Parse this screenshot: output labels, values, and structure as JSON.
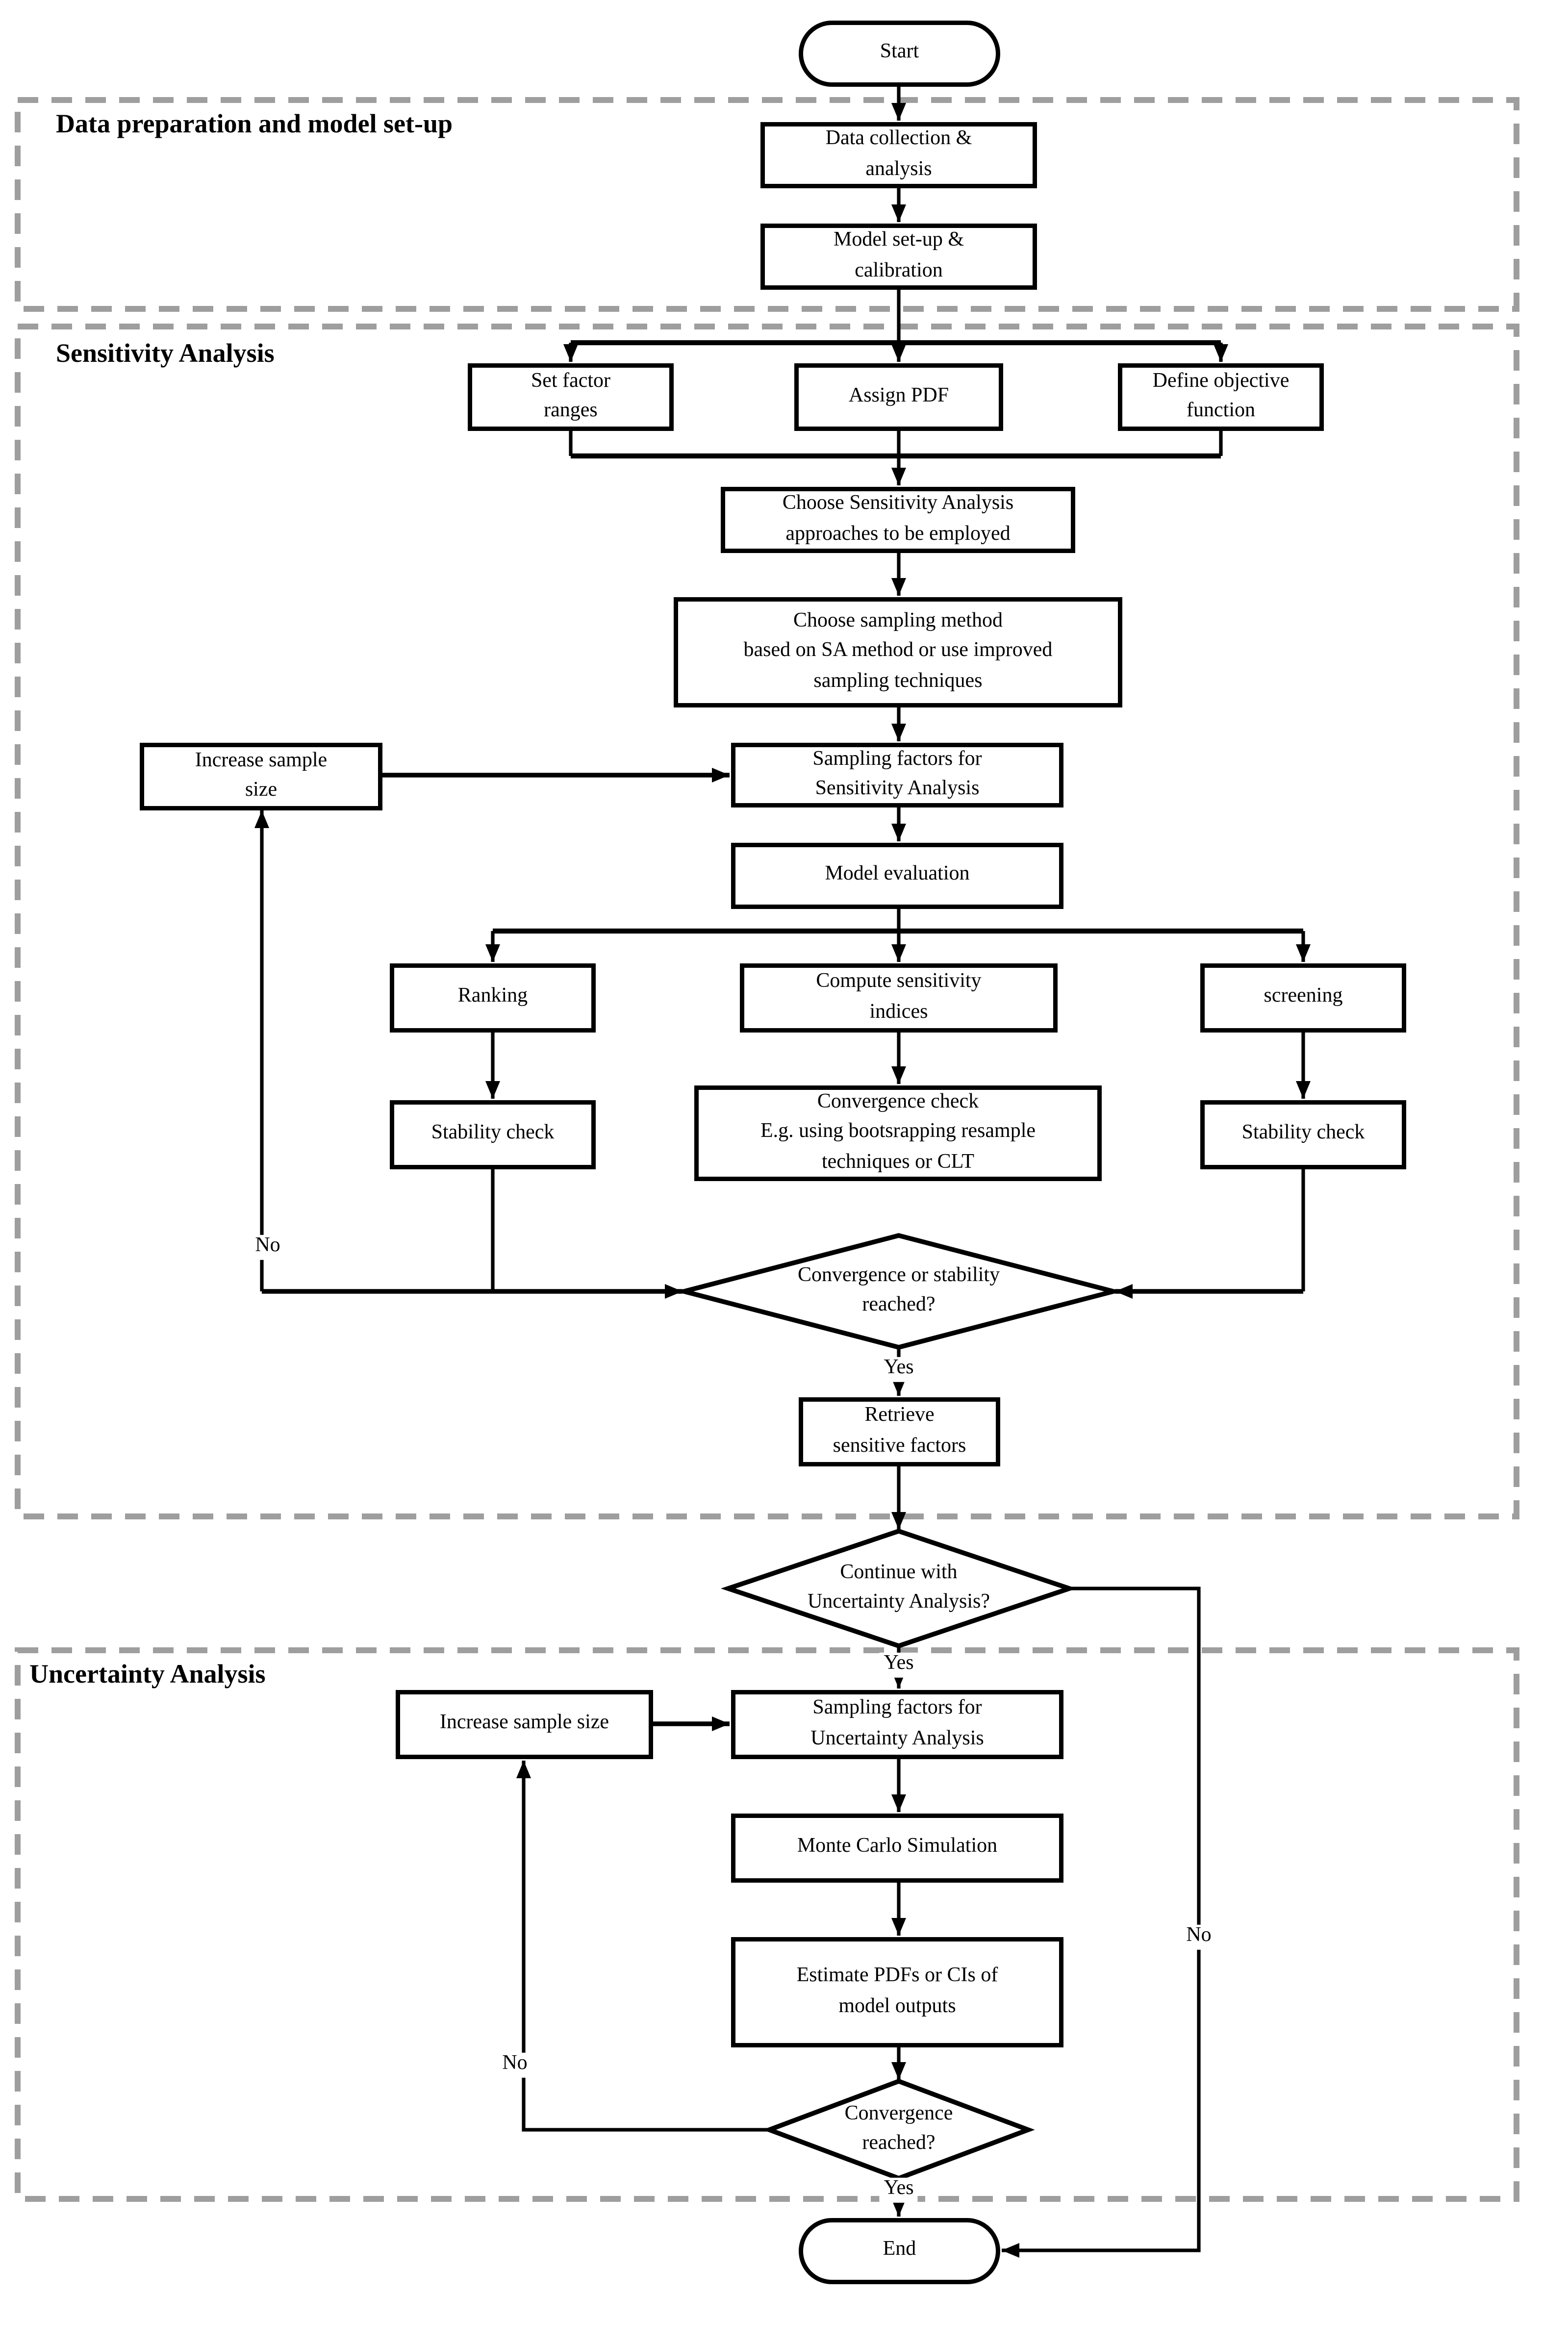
{
  "sections": [
    {
      "id": "prep",
      "label": "Data preparation and model set-up"
    },
    {
      "id": "sa",
      "label": "Sensitivity Analysis"
    },
    {
      "id": "ua",
      "label": "Uncertainty Analysis"
    }
  ],
  "nodes": {
    "start": "Start",
    "data_collection": "Data collection &\nanalysis",
    "model_setup": "Model set-up &\ncalibration",
    "set_factor_ranges": "Set factor\nranges",
    "assign_pdf": "Assign PDF",
    "define_objective": "Define objective\nfunction",
    "choose_sa": "Choose Sensitivity Analysis\napproaches to be employed",
    "choose_sampling": "Choose sampling method\nbased on SA method or use improved\nsampling techniques",
    "increase_sample_sa": "Increase sample\nsize",
    "sampling_factors_sa": "Sampling factors for\nSensitivity Analysis",
    "model_evaluation": "Model evaluation",
    "ranking": "Ranking",
    "compute_indices": "Compute sensitivity\nindices",
    "screening": "screening",
    "stability_check_left": "Stability check",
    "convergence_check": "Convergence check\nE.g. using bootsrapping resample\ntechniques or CLT",
    "stability_check_right": "Stability check",
    "decision_convergence_stability": "Convergence or stability\nreached?",
    "retrieve_factors": "Retrieve\nsensitive factors",
    "decision_continue_ua": "Continue with\nUncertainty Analysis?",
    "increase_sample_ua": "Increase sample size",
    "sampling_factors_ua": "Sampling factors for\nUncertainty Analysis",
    "monte_carlo": "Monte Carlo Simulation",
    "estimate_pdfs": "Estimate PDFs or CIs of\nmodel outputs",
    "decision_convergence": "Convergence\nreached?",
    "end": "End"
  },
  "edge_labels": {
    "yes_1": "Yes",
    "no_1": "No",
    "yes_2": "Yes",
    "no_2": "No",
    "yes_3": "Yes",
    "no_3": "No"
  },
  "colors": {
    "line": "#000000",
    "section_border": "#9e9e9e",
    "background": "#ffffff"
  }
}
